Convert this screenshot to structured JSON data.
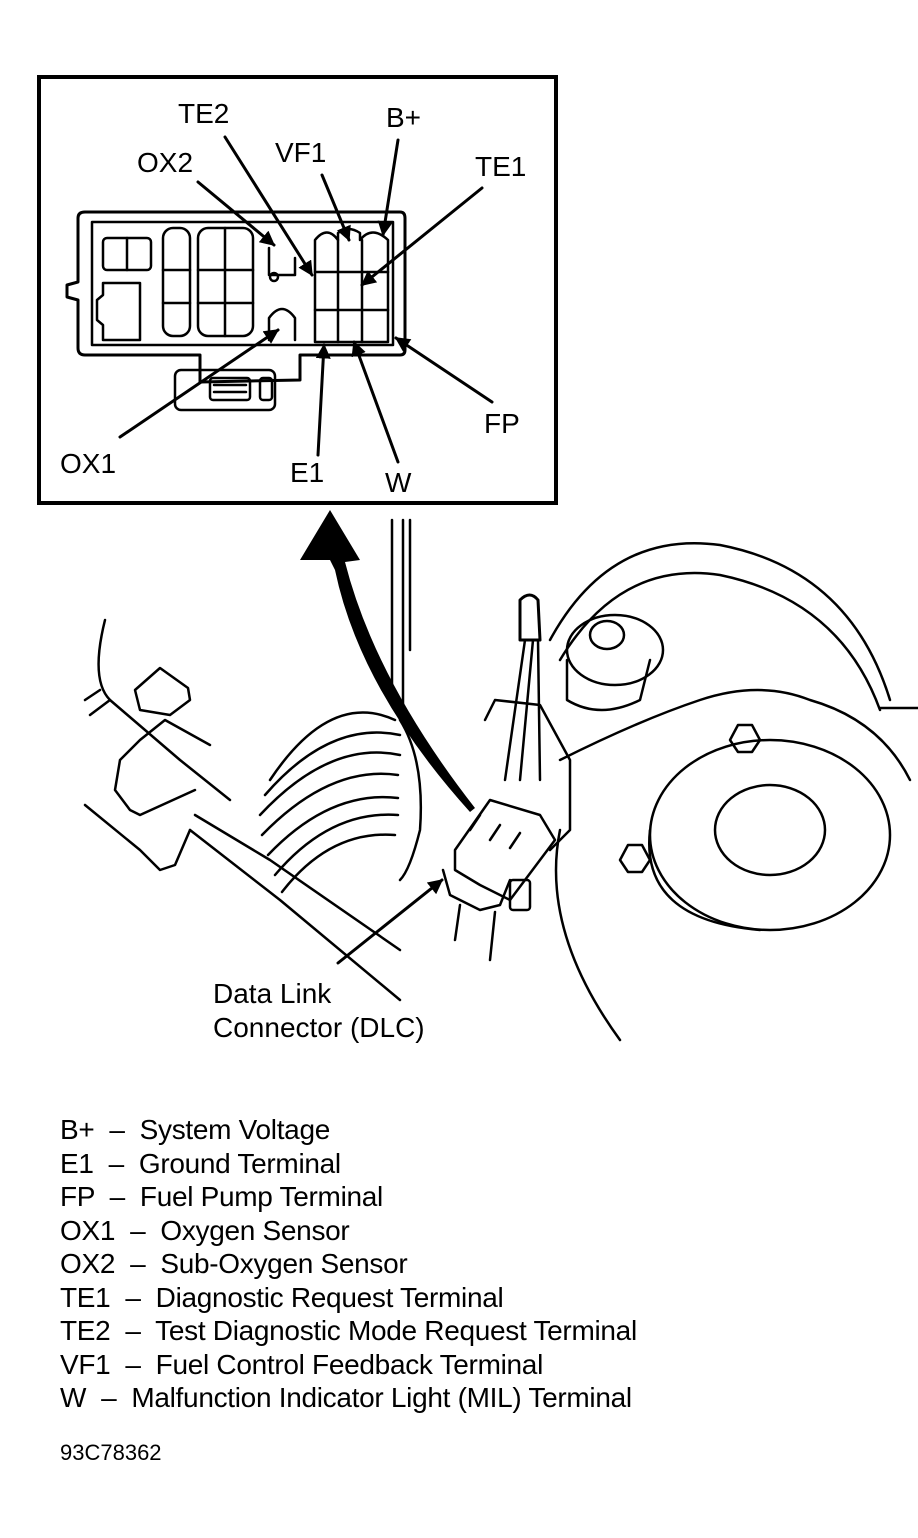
{
  "inset": {
    "callouts": {
      "te2": "TE2",
      "ox2": "OX2",
      "vf1": "VF1",
      "bplus": "B+",
      "te1": "TE1",
      "ox1": "OX1",
      "e1": "E1",
      "w": "W",
      "fp": "FP"
    }
  },
  "main": {
    "dlc_label_line1": "Data Link",
    "dlc_label_line2": "Connector (DLC)"
  },
  "legend": [
    {
      "code": "B+",
      "desc": "System Voltage"
    },
    {
      "code": "E1",
      "desc": "Ground Terminal"
    },
    {
      "code": "FP",
      "desc": "Fuel Pump Terminal"
    },
    {
      "code": "OX1",
      "desc": "Oxygen Sensor"
    },
    {
      "code": "OX2",
      "desc": "Sub-Oxygen Sensor"
    },
    {
      "code": "TE1",
      "desc": "Diagnostic Request Terminal"
    },
    {
      "code": "TE2",
      "desc": "Test Diagnostic Mode Request Terminal"
    },
    {
      "code": "VF1",
      "desc": "Fuel Control Feedback Terminal"
    },
    {
      "code": "W",
      "desc": "Malfunction Indicator Light (MIL) Terminal"
    }
  ],
  "figure_id": "93C78362"
}
